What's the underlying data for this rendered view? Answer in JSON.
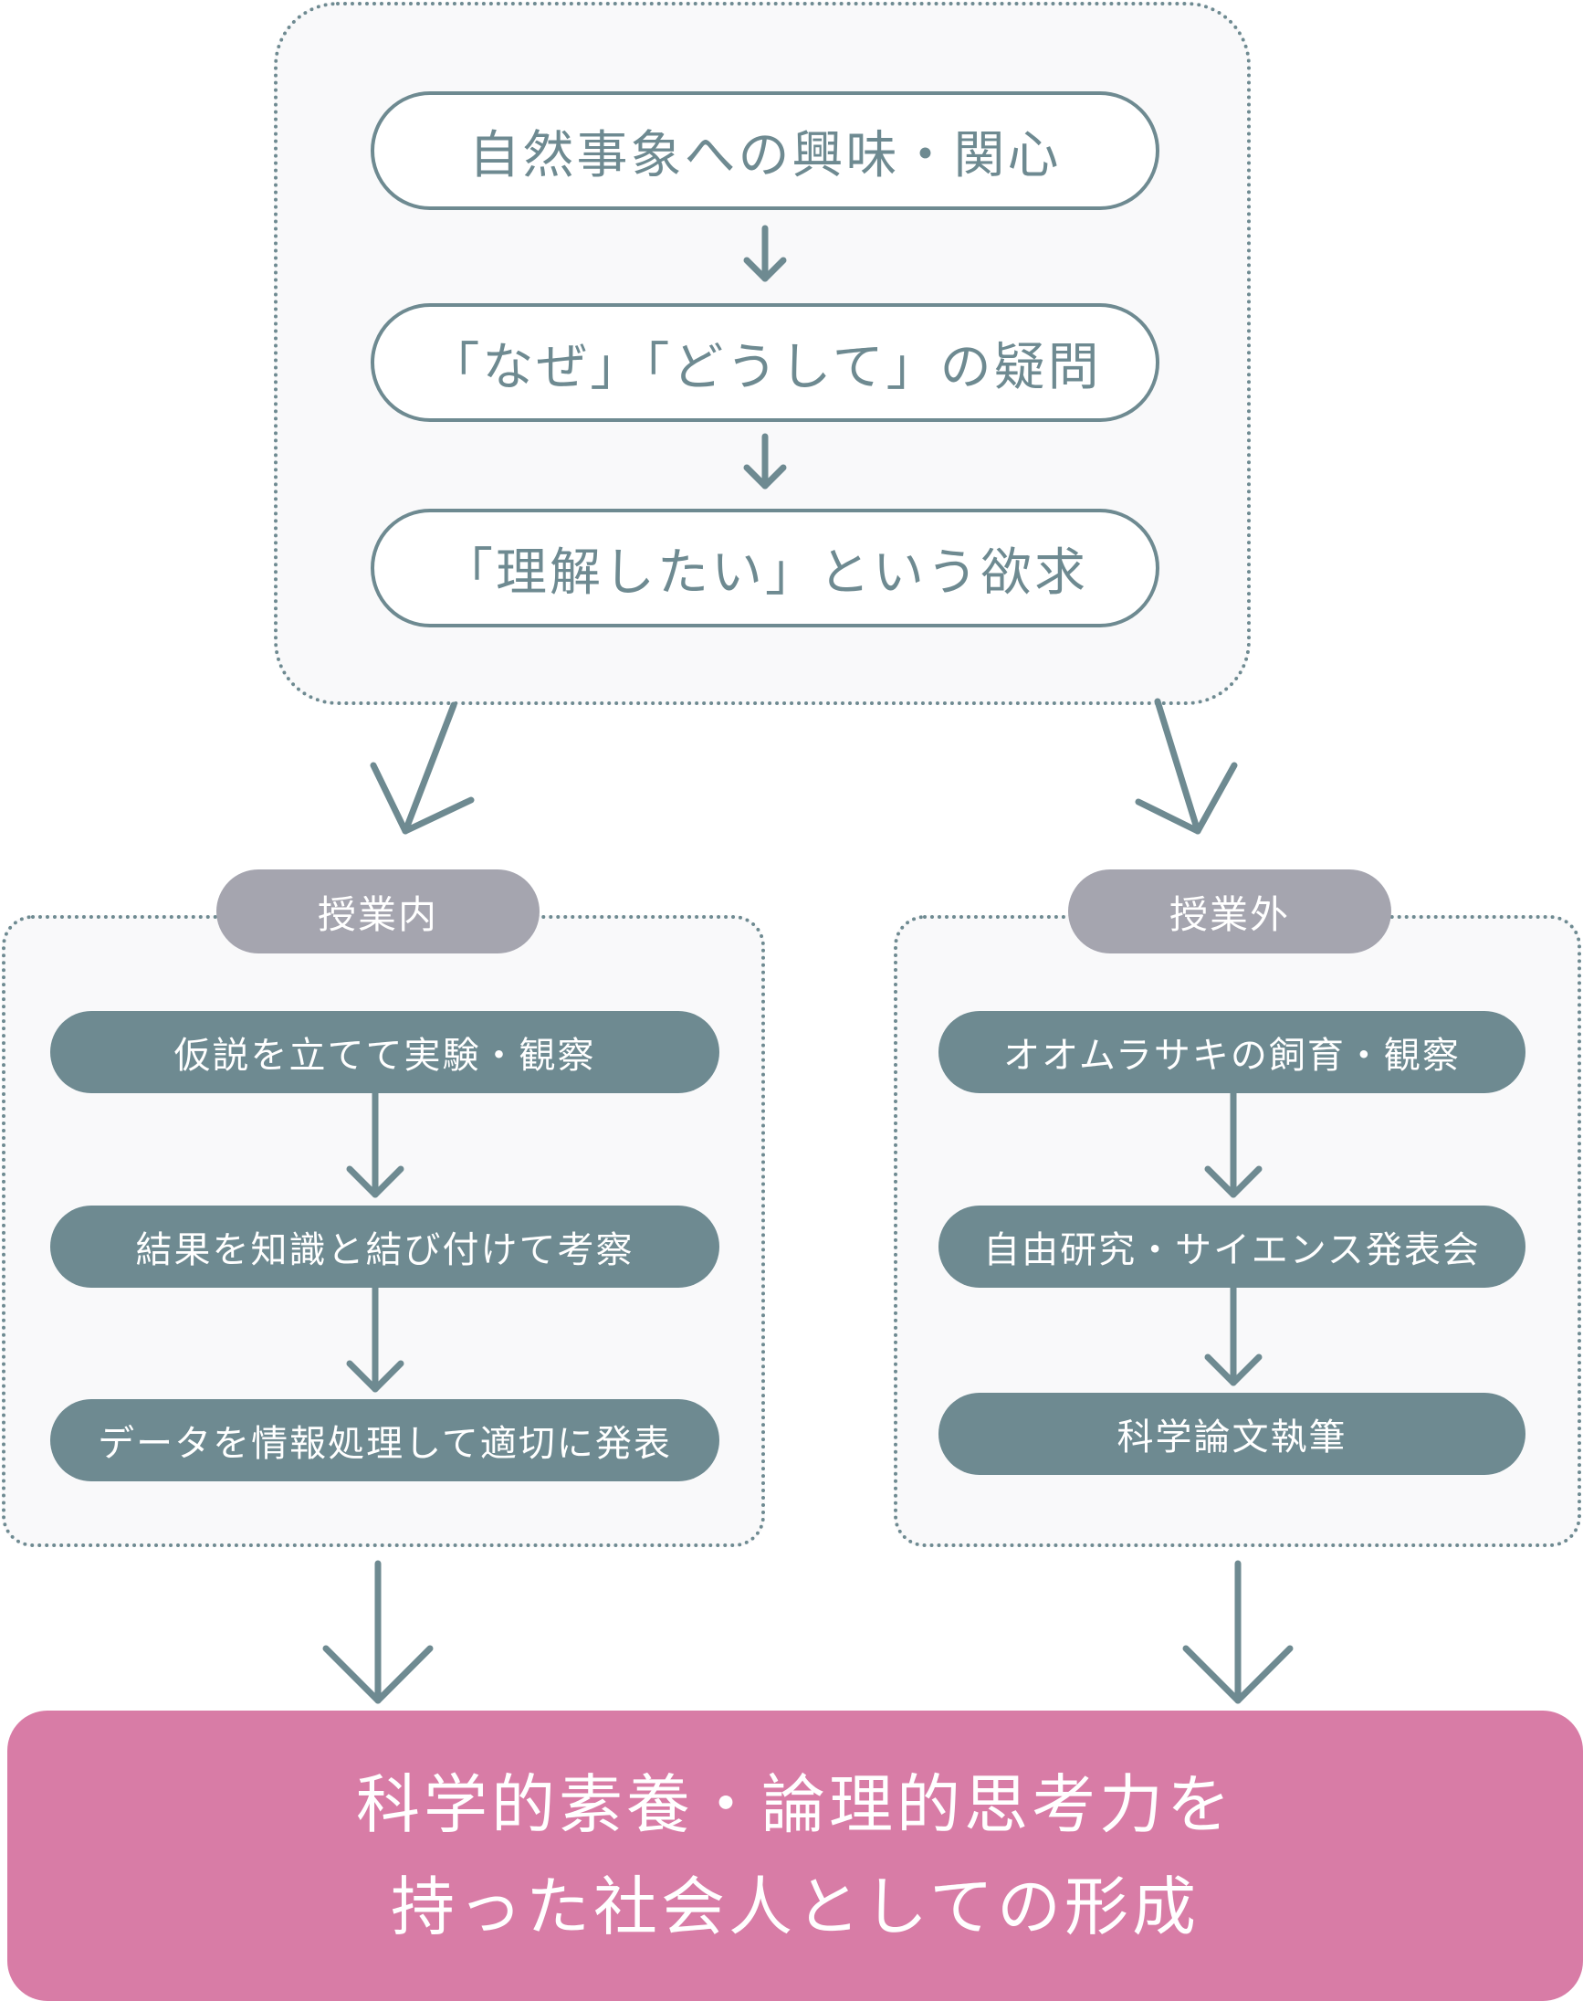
{
  "top": {
    "steps": [
      "自然事象への興味・関心",
      "「なぜ」「どうして」の疑問",
      "「理解したい」という欲求"
    ]
  },
  "in_class": {
    "tag": "授業内",
    "steps": [
      "仮説を立てて実験・観察",
      "結果を知識と結び付けて考察",
      "データを情報処理して適切に発表"
    ]
  },
  "out_class": {
    "tag": "授業外",
    "steps": [
      "オオムラサキの飼育・観察",
      "自由研究・サイエンス発表会",
      "科学論文執筆"
    ]
  },
  "result": {
    "line1": "科学的素養・論理的思考力を",
    "line2": "持った社会人としての形成"
  },
  "colors": {
    "teal": "#6e8a91",
    "gray_tag": "#a5a5af",
    "pink": "#d87ca6",
    "panel_bg": "#f9f9fa"
  }
}
